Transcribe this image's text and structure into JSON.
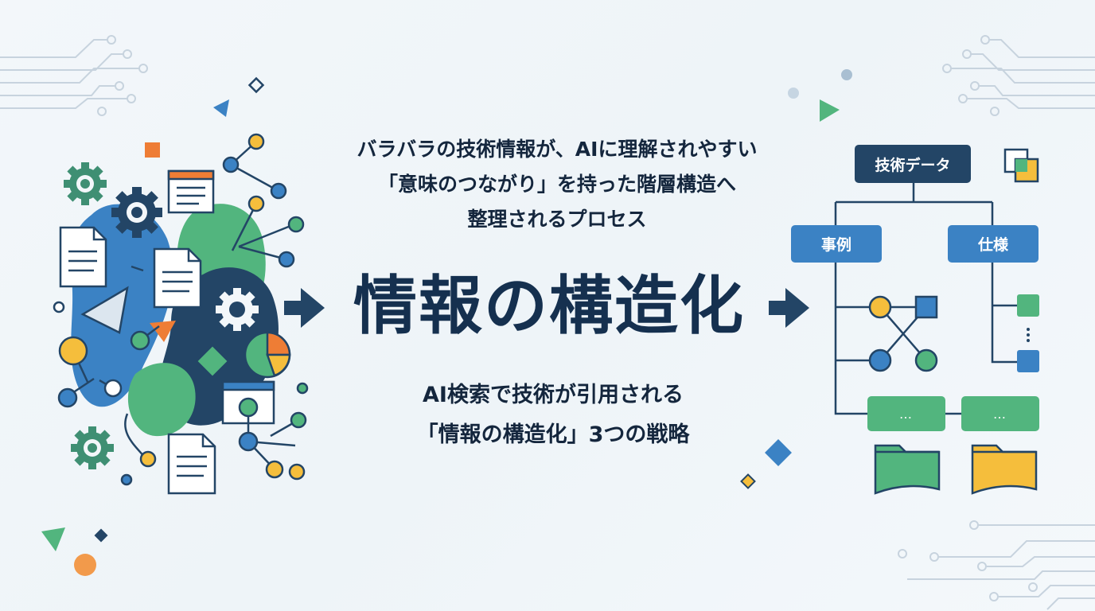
{
  "subtitle": {
    "line1": "バラバラの技術情報が、AIに理解されやすい",
    "line2": "「意味のつながり」を持った階層構造へ",
    "line3": "整理されるプロセス"
  },
  "title": "情報の構造化",
  "tagline": {
    "line1": "AI検索で技術が引用される",
    "line2": "「情報の構造化」3つの戦略"
  },
  "tree": {
    "root": "技術データ",
    "left": "事例",
    "right": "仕様",
    "ellipsis_left": "…",
    "ellipsis_right": "…"
  },
  "colors": {
    "navy": "#234566",
    "blue": "#3b82c4",
    "green": "#52b57e",
    "yellow": "#f5be3c",
    "orange": "#ee7d35",
    "text": "#14263d"
  },
  "icons": [
    "circuit-lines",
    "gear-icon",
    "document-icon",
    "window-icon",
    "pie-chart-icon",
    "folder-icon",
    "arrow-right-icon"
  ]
}
